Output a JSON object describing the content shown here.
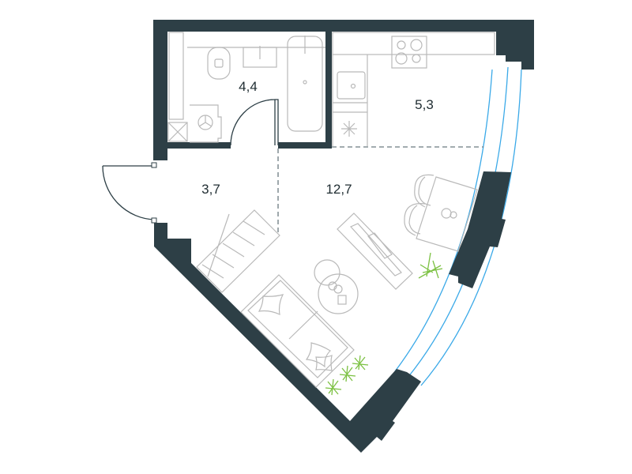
{
  "floor_plan": {
    "rooms": [
      {
        "name": "bathroom",
        "area": "4,4"
      },
      {
        "name": "kitchen",
        "area": "5,3"
      },
      {
        "name": "hallway",
        "area": "3,7"
      },
      {
        "name": "living-room",
        "area": "12,7"
      }
    ],
    "colors": {
      "wall": "#2d3f46",
      "window": "#3aa9e8",
      "plant": "#7cc142",
      "furniture": "#b9b9b9"
    }
  }
}
